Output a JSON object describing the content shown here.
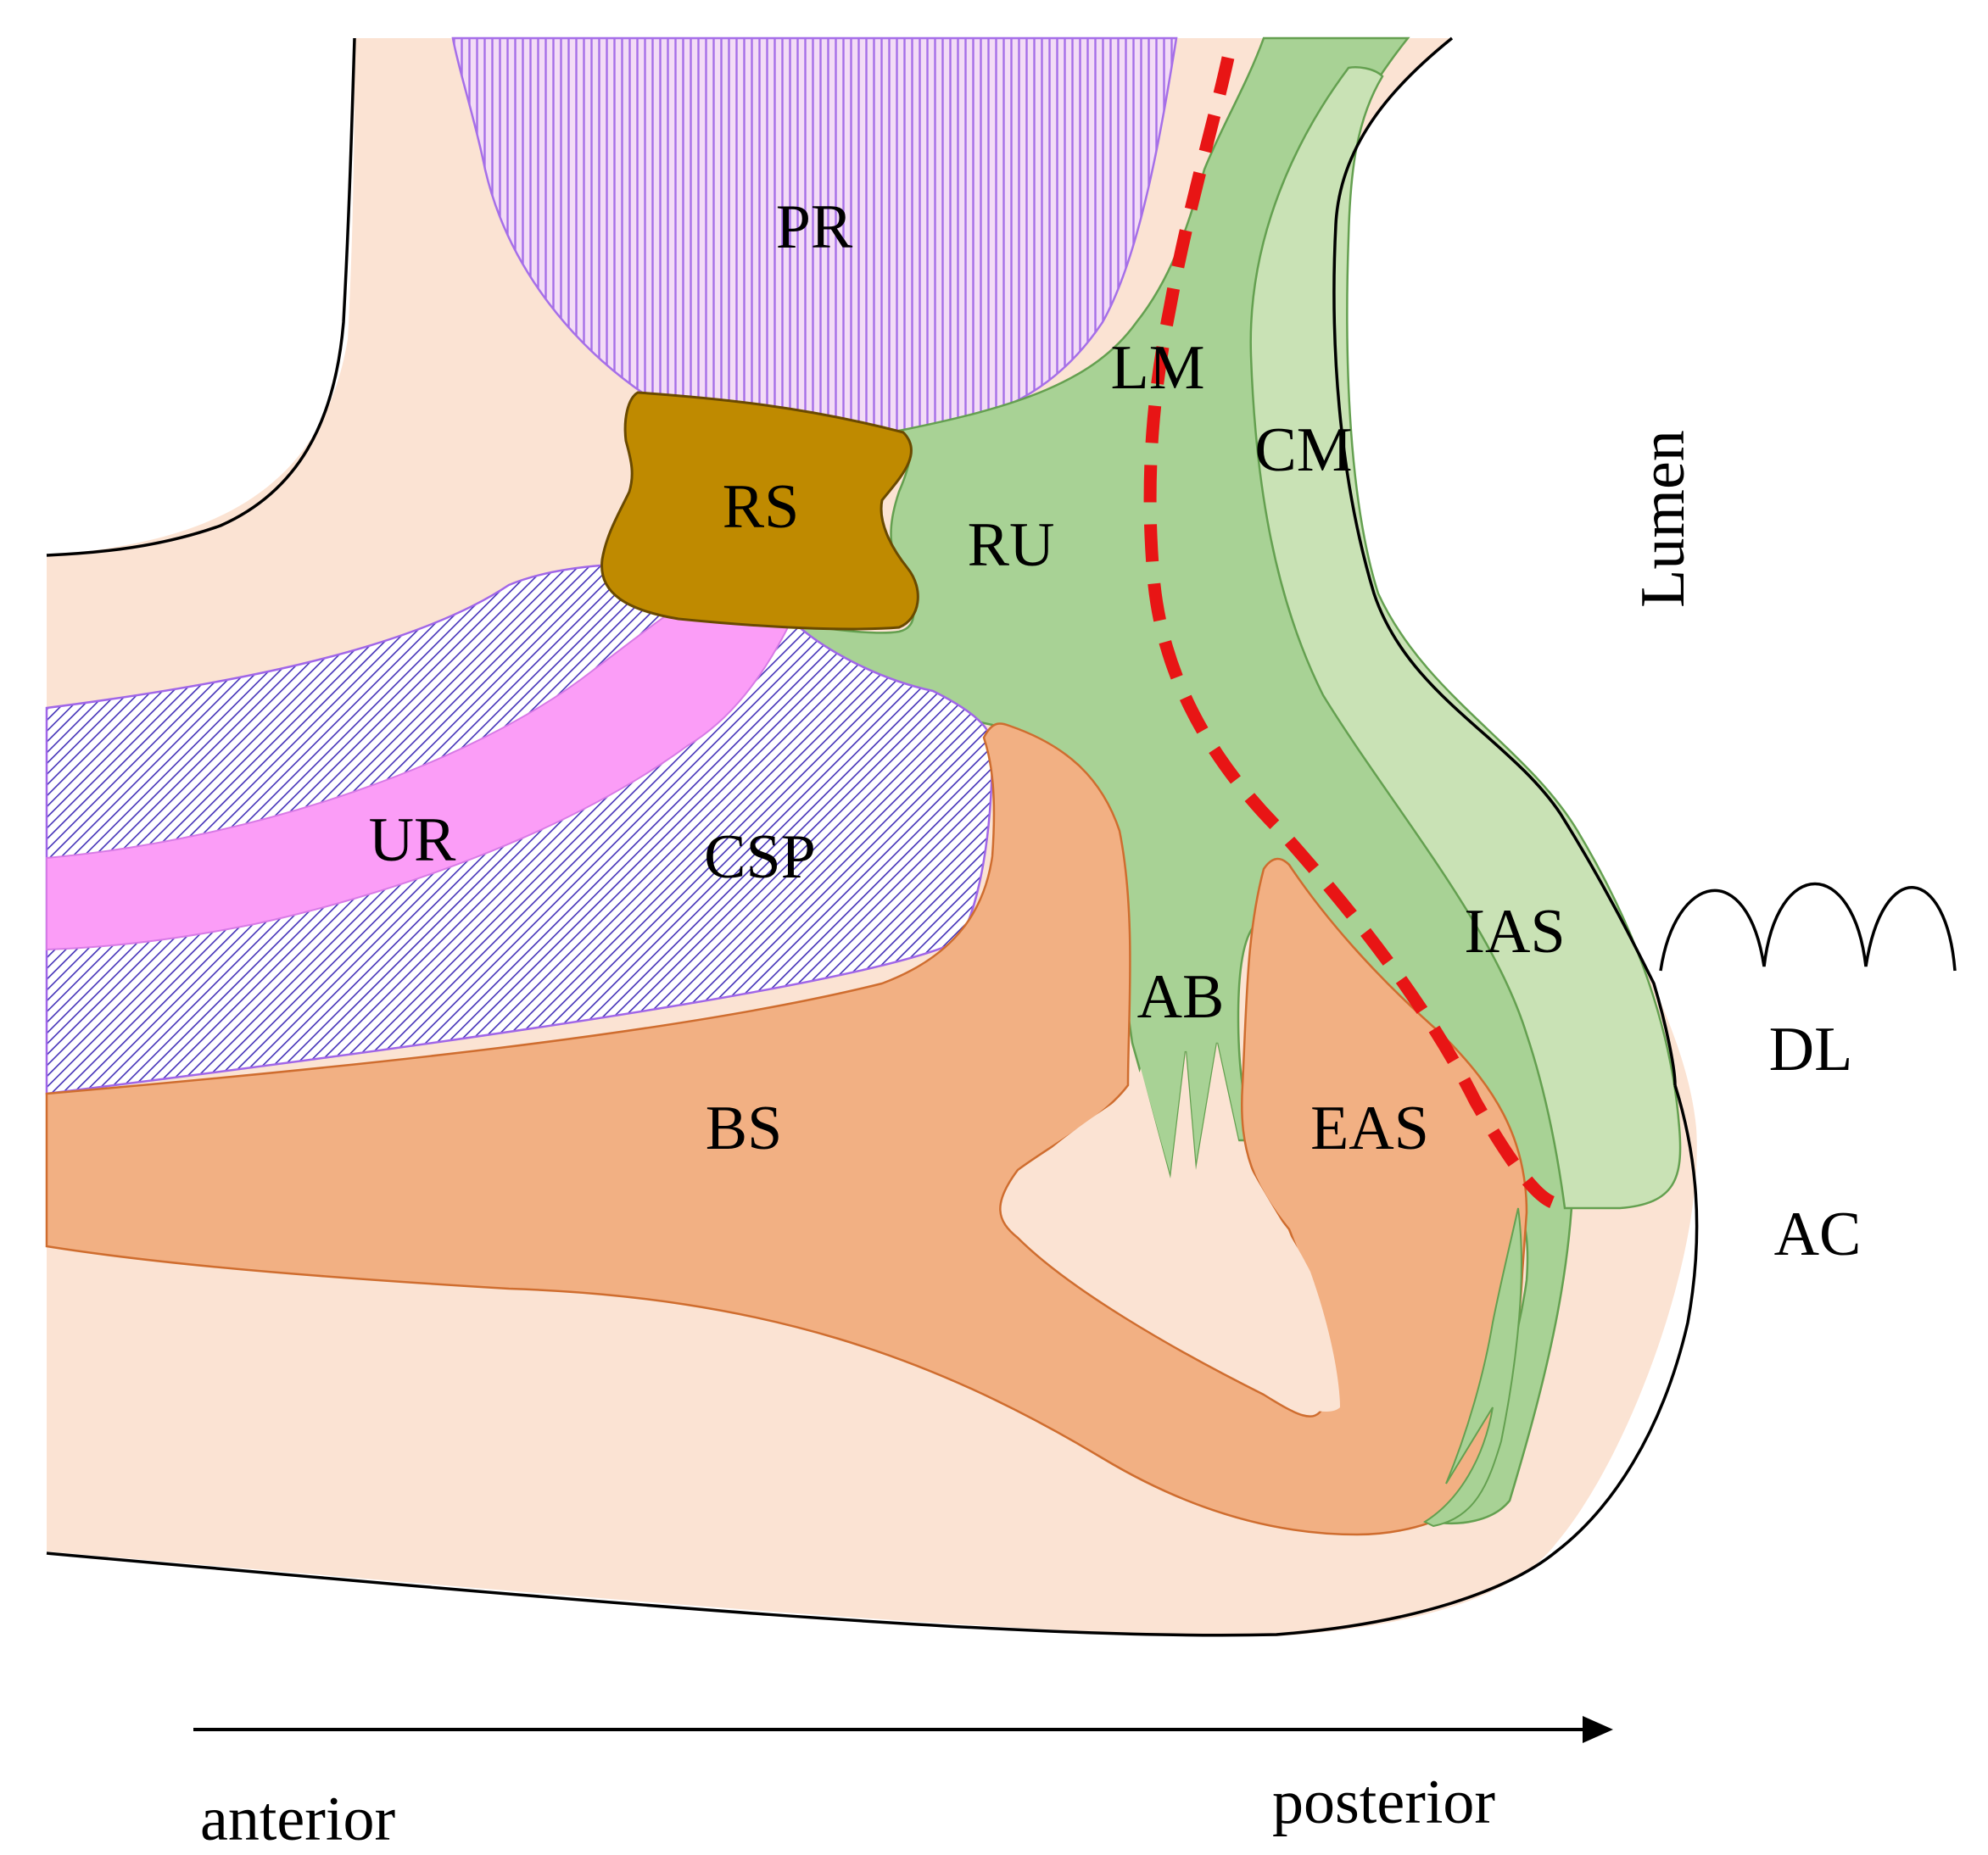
{
  "labels": {
    "pr": "PR",
    "lm": "LM",
    "cm": "CM",
    "lumen": "Lumen",
    "rs": "RS",
    "ru": "RU",
    "ur": "UR",
    "csp": "CSP",
    "ias": "IAS",
    "ab": "AB",
    "dl": "DL",
    "bs": "BS",
    "eas": "EAS",
    "ac": "AC",
    "anterior": "anterior",
    "posterior": "posterior"
  },
  "colors": {
    "background_tissue": "#fbe3d3",
    "pr_fill": "#f3dcf6",
    "pr_hatch": "#a66fe8",
    "muscle_green": "#a8d295",
    "muscle_green_light": "#c9e2b5",
    "green_stroke": "#64a050",
    "rs_fill": "#bf8a00",
    "rs_stroke": "#6a4a00",
    "ur_fill": "#fb9df7",
    "csp_hatch": "#4432b8",
    "bs_fill": "#f2b083",
    "bs_stroke": "#cf6d2f",
    "dashed_line": "#e81515",
    "outline": "#000000"
  }
}
